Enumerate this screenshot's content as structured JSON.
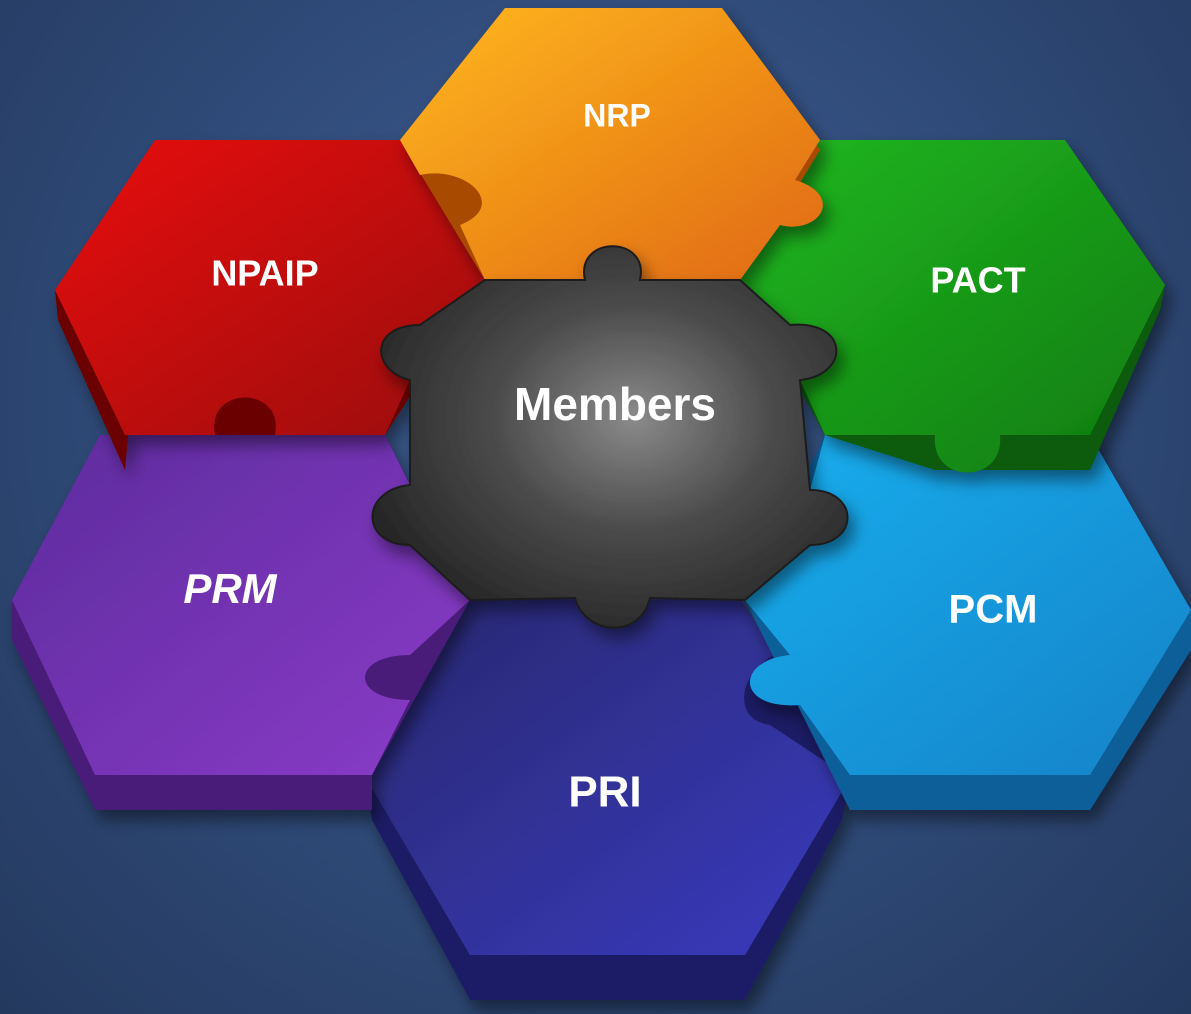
{
  "center": {
    "label": "Members",
    "color": "#4a4a4a"
  },
  "pieces": [
    {
      "id": "nrp",
      "label": "NRP",
      "color": "#f08a12"
    },
    {
      "id": "npaip",
      "label": "NPAIP",
      "color": "#c40808"
    },
    {
      "id": "pact",
      "label": "PACT",
      "color": "#129c12"
    },
    {
      "id": "prm",
      "label": "PRM",
      "color": "#7a32b8"
    },
    {
      "id": "pcm",
      "label": "PCM",
      "color": "#1a9ee0"
    },
    {
      "id": "pri",
      "label": "PRI",
      "color": "#3030a0"
    }
  ]
}
